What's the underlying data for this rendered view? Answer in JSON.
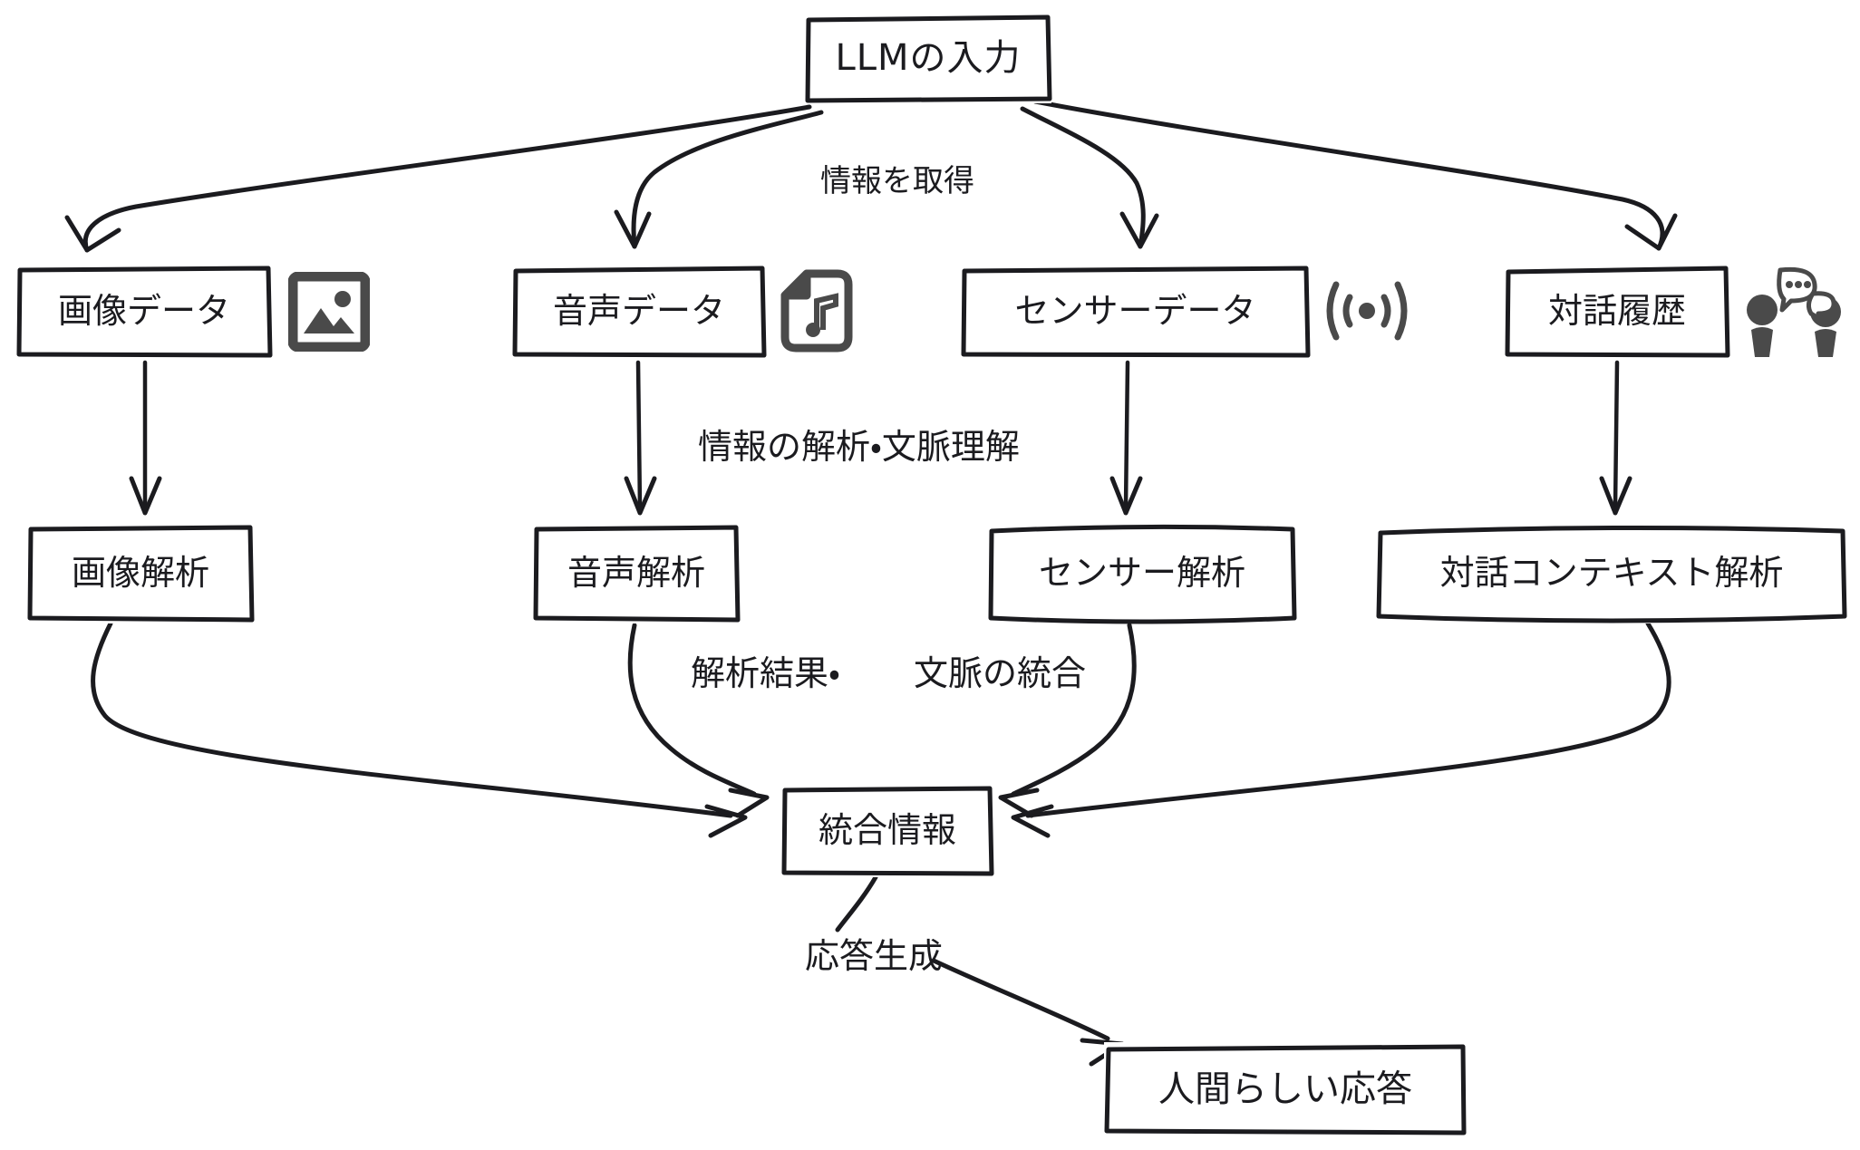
{
  "diagram": {
    "title": "LLM multimodal processing flow",
    "language": "ja",
    "stroke_color": "#1b1b1f",
    "background_color": "#ffffff",
    "icon_color": "#4a4a4a"
  },
  "nodes": {
    "llm_input": {
      "label": "LLMの入力"
    },
    "image_data": {
      "label": "画像データ"
    },
    "audio_data": {
      "label": "音声データ"
    },
    "sensor_data": {
      "label": "センサーデータ"
    },
    "dialogue_history": {
      "label": "対話履歴"
    },
    "image_analysis": {
      "label": "画像解析"
    },
    "audio_analysis": {
      "label": "音声解析"
    },
    "sensor_analysis": {
      "label": "センサー解析"
    },
    "context_analysis": {
      "label": "対話コンテキスト解析"
    },
    "integrated_info": {
      "label": "統合情報"
    },
    "human_response": {
      "label": "人間らしい応答"
    }
  },
  "edge_labels": {
    "acquire": "情報を取得",
    "analyze": "情報の解析・文脈理解",
    "integrate_left": "解析結果・",
    "integrate_right": "文脈の統合",
    "generate": "応答生成"
  },
  "icons": {
    "image": "image-icon",
    "audio": "audio-file-icon",
    "sensor": "wireless-signal-icon",
    "dialogue": "people-talking-icon"
  }
}
